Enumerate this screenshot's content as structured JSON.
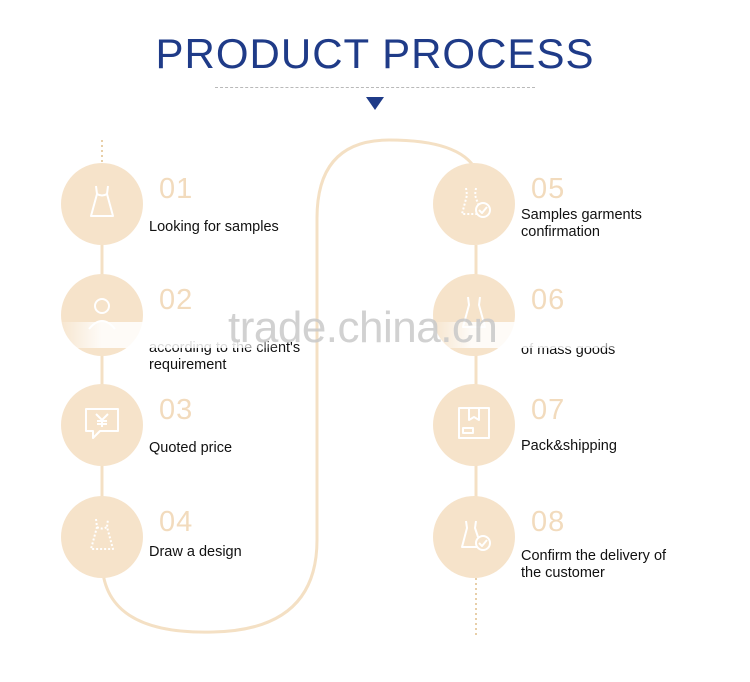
{
  "header": {
    "title": "PRODUCT PROCESS"
  },
  "colors": {
    "title": "#1f3b88",
    "circle": "#f6e3ca",
    "track": "#f4e0c4",
    "icon_stroke": "#ffffff",
    "number": "#f2dbbd"
  },
  "watermark": "trade.china.cn",
  "steps": [
    {
      "number": "01",
      "label": "Looking for samples",
      "icon": "dress-icon"
    },
    {
      "number": "02",
      "label": "according to the client's requirement",
      "icon": "person-icon"
    },
    {
      "number": "03",
      "label": "Quoted price",
      "icon": "yen-price-icon"
    },
    {
      "number": "04",
      "label": "Draw a design",
      "icon": "dress-sketch-icon"
    },
    {
      "number": "05",
      "label": "Samples garments confirmation",
      "icon": "dress-check-icon"
    },
    {
      "number": "06",
      "label": "of mass goods",
      "icon": "bulk-goods-icon"
    },
    {
      "number": "07",
      "label": "Pack&shipping",
      "icon": "package-icon"
    },
    {
      "number": "08",
      "label": "Confirm the delivery of the customer",
      "icon": "dress-check-icon"
    }
  ]
}
